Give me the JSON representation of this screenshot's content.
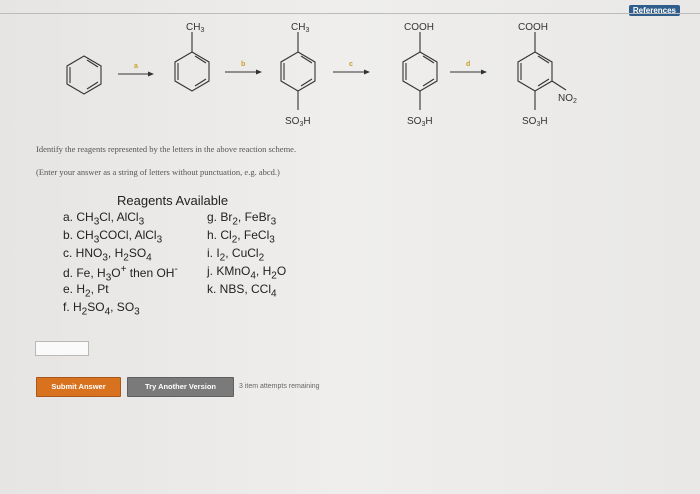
{
  "header": {
    "references_label": "References"
  },
  "scheme": {
    "steps": [
      "a",
      "b",
      "c",
      "d"
    ],
    "labels": {
      "ch3_1": "CH3",
      "ch3_2": "CH3",
      "so3h_2": "SO3H",
      "cooh_3": "COOH",
      "so3h_3": "SO3H",
      "cooh_4": "COOH",
      "so3h_4": "SO3H",
      "no2_4": "NO2"
    }
  },
  "instructions": {
    "line1": "Identify the reagents represented by the letters in the above reaction scheme.",
    "line2": "(Enter your answer as a string of letters without punctuation, e.g. abcd.)"
  },
  "reagents": {
    "title": "Reagents Available",
    "left": [
      {
        "key": "a",
        "html": "a. CH<sub>3</sub>Cl, AlCl<sub>3</sub>"
      },
      {
        "key": "b",
        "html": "b. CH<sub>3</sub>COCl, AlCl<sub>3</sub>"
      },
      {
        "key": "c",
        "html": "c. HNO<sub>3</sub>, H<sub>2</sub>SO<sub>4</sub>"
      },
      {
        "key": "d",
        "html": "d. Fe, H<sub>3</sub>O<sup>+</sup> then OH<sup>-</sup>"
      },
      {
        "key": "e",
        "html": "e. H<sub>2</sub>, Pt"
      },
      {
        "key": "f",
        "html": "f. H<sub>2</sub>SO<sub>4</sub>, SO<sub>3</sub>"
      }
    ],
    "right": [
      {
        "key": "g",
        "html": "g. Br<sub>2</sub>, FeBr<sub>3</sub>"
      },
      {
        "key": "h",
        "html": "h. Cl<sub>2</sub>, FeCl<sub>3</sub>"
      },
      {
        "key": "i",
        "html": "i. I<sub>2</sub>, CuCl<sub>2</sub>"
      },
      {
        "key": "j",
        "html": "j. KMnO<sub>4</sub>, H<sub>2</sub>O"
      },
      {
        "key": "k",
        "html": "k. NBS, CCl<sub>4</sub>"
      }
    ]
  },
  "answer": {
    "value": "",
    "placeholder": ""
  },
  "buttons": {
    "submit": "Submit Answer",
    "try_another": "Try Another Version"
  },
  "attempts_text": "3 item attempts remaining",
  "colors": {
    "submit": "#d9721f",
    "try": "#7a7a7a",
    "step_letter": "#c9a227"
  }
}
